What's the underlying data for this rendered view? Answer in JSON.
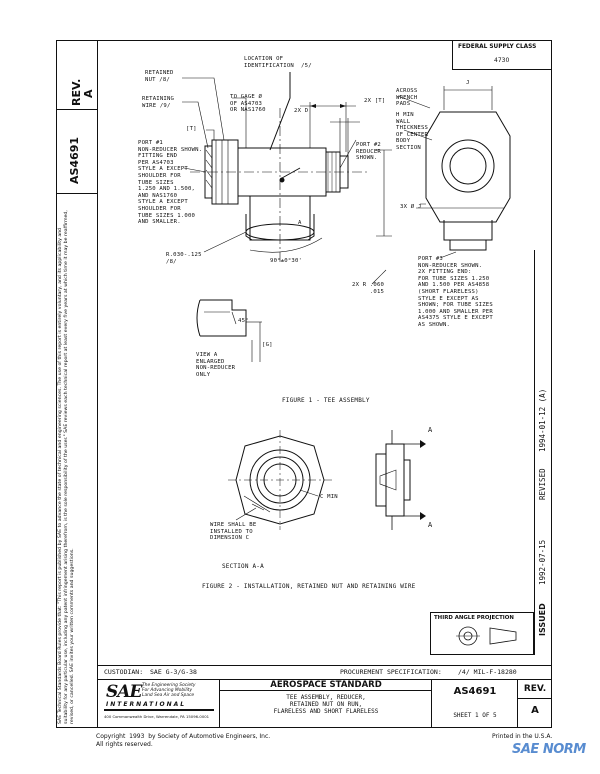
{
  "side_header": {
    "doc_number": "AS4691",
    "rev_label": "REV.",
    "rev_value": "A",
    "disclaimer": "SAE Technical Standards Board Rules provide that: \"This report is published by SAE to advance the state of technical and engineering sciences. The use of this report is entirely voluntary, and its applicability and suitability for any particular use, including any patent infringement arising therefrom, is the sole responsibility of the user.\" SAE reviews each technical report at least every five years at which time it may be reaffirmed, revised, or cancelled. SAE invites your written comments and suggestions."
  },
  "fsc": {
    "title": "FEDERAL SUPPLY CLASS",
    "value": "4730"
  },
  "dates": {
    "issued_label": "ISSUED",
    "issued": "1992-07-15",
    "revised_label": "REVISED",
    "revised": "1994-01-12 (A)"
  },
  "figure1": {
    "caption": "FIGURE 1 - TEE ASSEMBLY",
    "labels": {
      "location": "LOCATION OF\nIDENTIFICATION  /5/",
      "retained_nut": "RETAINED\nNUT /8/",
      "retaining_wire": "RETAINING\nWIRE /9/",
      "gage": "TO GAGE Ø\nOF AS4703\nOR NAS1760",
      "t_dim": "[T]",
      "port1": "PORT #1\nNON-REDUCER SHOWN.\nFITTING END\nPER AS4703\nSTYLE A EXCEPT\nSHOULDER FOR\nTUBE SIZES\n1.250 AND 1.500,\nAND NAS1760\nSTYLE A EXCEPT\nSHOULDER FOR\nTUBE SIZES 1.000\nAND SMALLER.",
      "zx_d": "2X D",
      "two_x_t": "2X [T]",
      "port2": "PORT #2\nREDUCER\nSHOWN.",
      "across_wrench": "ACROSS\nWRENCH\nPADS",
      "h_min_wall": "H MIN\nWALL\nTHICKNESS\nOF CENTER\nBODY\nSECTION",
      "j_dim": "J",
      "three_x_j": "3X Ø J",
      "radius": "R.030-.125\n/8/",
      "angle": "90°±0°30'",
      "two_x_r": "2X R .060\n     .015",
      "port3": "PORT #3\nNON-REDUCER SHOWN.\n2X FITTING END:\nFOR TUBE SIZES 1.250\nAND 1.500 PER AS4858\n(SHORT FLARELESS)\nSTYLE E EXCEPT AS\nSHOWN; FOR TUBE SIZES\n1.000 AND SMALLER PER\nAS4375 STYLE E EXCEPT\nAS SHOWN.",
      "view_a": "VIEW A\nENLARGED\nNON-REDUCER\nONLY",
      "angle45": "45°",
      "g_dim": "[G]",
      "a_marker": "A"
    }
  },
  "figure2": {
    "caption": "FIGURE 2 - INSTALLATION, RETAINED NUT AND RETAINING WIRE",
    "labels": {
      "c_min": "C MIN",
      "wire_note": "WIRE SHALL BE\nINSTALLED TO\nDIMENSION C",
      "section": "SECTION A-A",
      "a_top": "A",
      "a_bottom": "A"
    }
  },
  "projection": {
    "label": "THIRD ANGLE PROJECTION"
  },
  "title_block": {
    "custodian_label": "CUSTODIAN:",
    "custodian": "SAE G-3/G-38",
    "procurement_label": "PROCUREMENT SPECIFICATION:",
    "procurement": "/4/  MIL-F-18280",
    "sae_logo": "SAE",
    "sae_tagline": "The Engineering Society\nFor Advancing Mobility\nLand Sea Air and Space",
    "international": "INTERNATIONAL",
    "address": "400 Commonwealth Drive, Warrendale, PA 15096-0001",
    "standard_type": "AEROSPACE STANDARD",
    "title": "TEE ASSEMBLY, REDUCER,\nRETAINED NUT ON RUN,\nFLARELESS AND SHORT FLARELESS",
    "doc_number": "AS4691",
    "rev_label": "REV.",
    "rev_value": "A",
    "sheet": "SHEET 1 OF 5"
  },
  "footer": {
    "copyright": "Copyright  1993  by Society of Automotive Engineers, Inc.\nAll rights reserved.",
    "printed": "Printed in the U.S.A.",
    "watermark": "SAE NORM"
  }
}
